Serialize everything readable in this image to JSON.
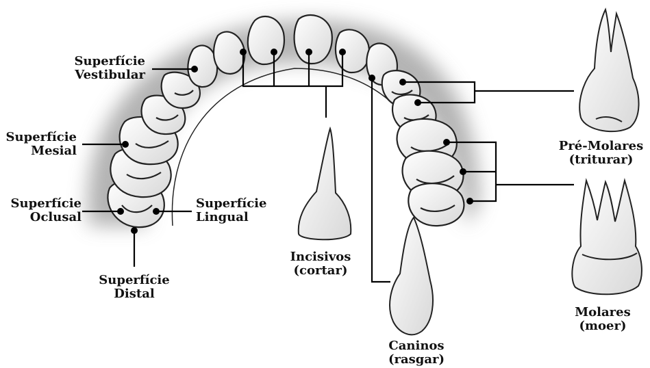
{
  "colors": {
    "tooth_fill": "#f2f2f2",
    "tooth_shade": "#d6d6d6",
    "outline": "#222222",
    "shadow": "#9a9a9a",
    "leader": "#000000",
    "text": "#111111"
  },
  "labels": {
    "vestibular": {
      "line1": "Superfície",
      "line2": "Vestibular"
    },
    "mesial": {
      "line1": "Superfície",
      "line2": "Mesial"
    },
    "oclusal": {
      "line1": "Superfície",
      "line2": "Oclusal"
    },
    "lingual": {
      "line1": "Superfície",
      "line2": "Lingual"
    },
    "distal": {
      "line1": "Superfície",
      "line2": "Distal"
    },
    "incisivos": {
      "line1": "Incisivos",
      "line2": "(cortar)"
    },
    "caninos": {
      "line1": "Caninos",
      "line2": "(rasgar)"
    },
    "premolares": {
      "line1": "Pré-Molares",
      "line2": "(triturar)"
    },
    "molares": {
      "line1": "Molares",
      "line2": "(moer)"
    }
  }
}
